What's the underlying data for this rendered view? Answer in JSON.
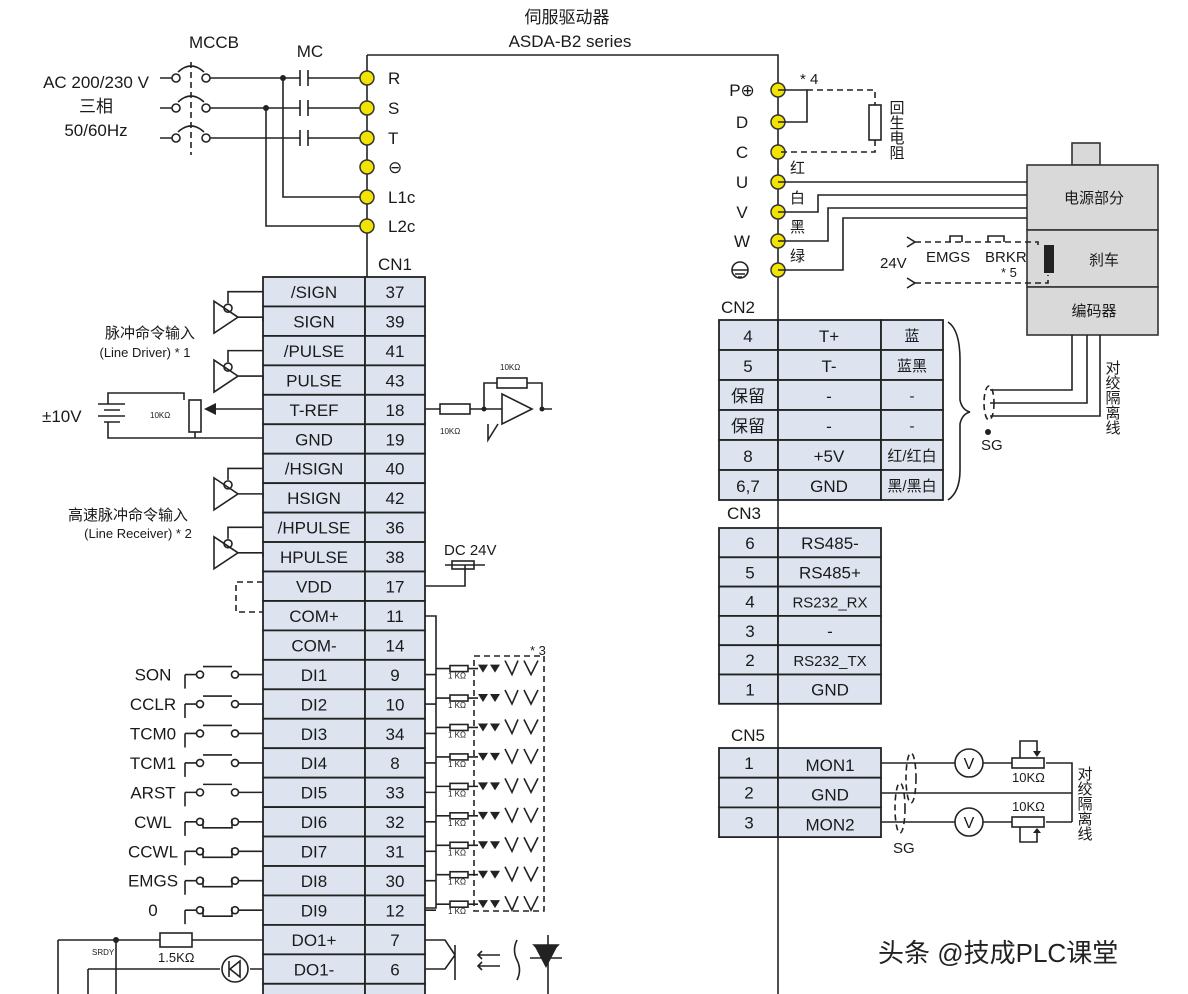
{
  "title": {
    "cn": "伺服驱动器",
    "model": "ASDA-B2 series"
  },
  "power": {
    "supply": "AC 200/230 V",
    "phase": "三相",
    "freq": "50/60Hz",
    "mccb": "MCCB",
    "mc": "MC"
  },
  "left_terminals": [
    "R",
    "S",
    "T",
    "⊖",
    "L1c",
    "L2c"
  ],
  "right_terminals": [
    "P⊕",
    "D",
    "C",
    "U",
    "V",
    "W"
  ],
  "note4": "* 4",
  "regen_resistor": "回生电阻",
  "wire_colors": [
    "红",
    "白",
    "黑",
    "绿"
  ],
  "motor": {
    "power": "电源部分",
    "brake": "刹车",
    "encoder": "编码器"
  },
  "brake": {
    "voltage": "24V",
    "emgs": "EMGS",
    "brkr": "BRKR",
    "note": "* 5"
  },
  "twisted_pair": "对绞隔离线",
  "sg": "SG",
  "cn1": {
    "label": "CN1",
    "rows": [
      {
        "name": "/SIGN",
        "pin": "37"
      },
      {
        "name": "SIGN",
        "pin": "39"
      },
      {
        "name": "/PULSE",
        "pin": "41"
      },
      {
        "name": "PULSE",
        "pin": "43"
      },
      {
        "name": "T-REF",
        "pin": "18"
      },
      {
        "name": "GND",
        "pin": "19"
      },
      {
        "name": "/HSIGN",
        "pin": "40"
      },
      {
        "name": "HSIGN",
        "pin": "42"
      },
      {
        "name": "/HPULSE",
        "pin": "36"
      },
      {
        "name": "HPULSE",
        "pin": "38"
      },
      {
        "name": "VDD",
        "pin": "17"
      },
      {
        "name": "COM+",
        "pin": "11"
      },
      {
        "name": "COM-",
        "pin": "14"
      },
      {
        "name": "DI1",
        "pin": "9"
      },
      {
        "name": "DI2",
        "pin": "10"
      },
      {
        "name": "DI3",
        "pin": "34"
      },
      {
        "name": "DI4",
        "pin": "8"
      },
      {
        "name": "DI5",
        "pin": "33"
      },
      {
        "name": "DI6",
        "pin": "32"
      },
      {
        "name": "DI7",
        "pin": "31"
      },
      {
        "name": "DI8",
        "pin": "30"
      },
      {
        "name": "DI9",
        "pin": "12"
      },
      {
        "name": "DO1+",
        "pin": "7"
      },
      {
        "name": "DO1-",
        "pin": "6"
      }
    ]
  },
  "pulse_input": {
    "title": "脉冲命令输入",
    "sub": "(Line Driver) * 1"
  },
  "hs_pulse_input": {
    "title": "高速脉冲命令输入",
    "sub": "(Line Receiver) * 2"
  },
  "analog": {
    "voltage": "±10V",
    "pot": "10KΩ",
    "r_in": "10KΩ",
    "r_fb": "10KΩ"
  },
  "dc24": "DC 24V",
  "note3": "* 3",
  "di_resistor": "1 KΩ",
  "di_inputs": [
    "SON",
    "CCLR",
    "TCM0",
    "TCM1",
    "ARST",
    "CWL",
    "CCWL",
    "EMGS",
    "0"
  ],
  "do_output": {
    "signal": "SRDY",
    "resistor": "1.5KΩ"
  },
  "cn2": {
    "label": "CN2",
    "rows": [
      {
        "pin": "4",
        "sig": "T+",
        "color": "蓝"
      },
      {
        "pin": "5",
        "sig": "T-",
        "color": "蓝黑"
      },
      {
        "pin": "保留",
        "sig": "-",
        "color": "-"
      },
      {
        "pin": "保留",
        "sig": "-",
        "color": "-"
      },
      {
        "pin": "8",
        "sig": "+5V",
        "color": "红/红白"
      },
      {
        "pin": "6,7",
        "sig": "GND",
        "color": "黑/黑白"
      }
    ]
  },
  "cn3": {
    "label": "CN3",
    "rows": [
      {
        "pin": "6",
        "sig": "RS485-"
      },
      {
        "pin": "5",
        "sig": "RS485+"
      },
      {
        "pin": "4",
        "sig": "RS232_RX"
      },
      {
        "pin": "3",
        "sig": "-"
      },
      {
        "pin": "2",
        "sig": "RS232_TX"
      },
      {
        "pin": "1",
        "sig": "GND"
      }
    ]
  },
  "cn5": {
    "label": "CN5",
    "rows": [
      {
        "pin": "1",
        "sig": "MON1"
      },
      {
        "pin": "2",
        "sig": "GND"
      },
      {
        "pin": "3",
        "sig": "MON2"
      }
    ],
    "r1": "10KΩ",
    "r2": "10KΩ",
    "meter": "V"
  },
  "watermark": "头条 @技成PLC课堂"
}
